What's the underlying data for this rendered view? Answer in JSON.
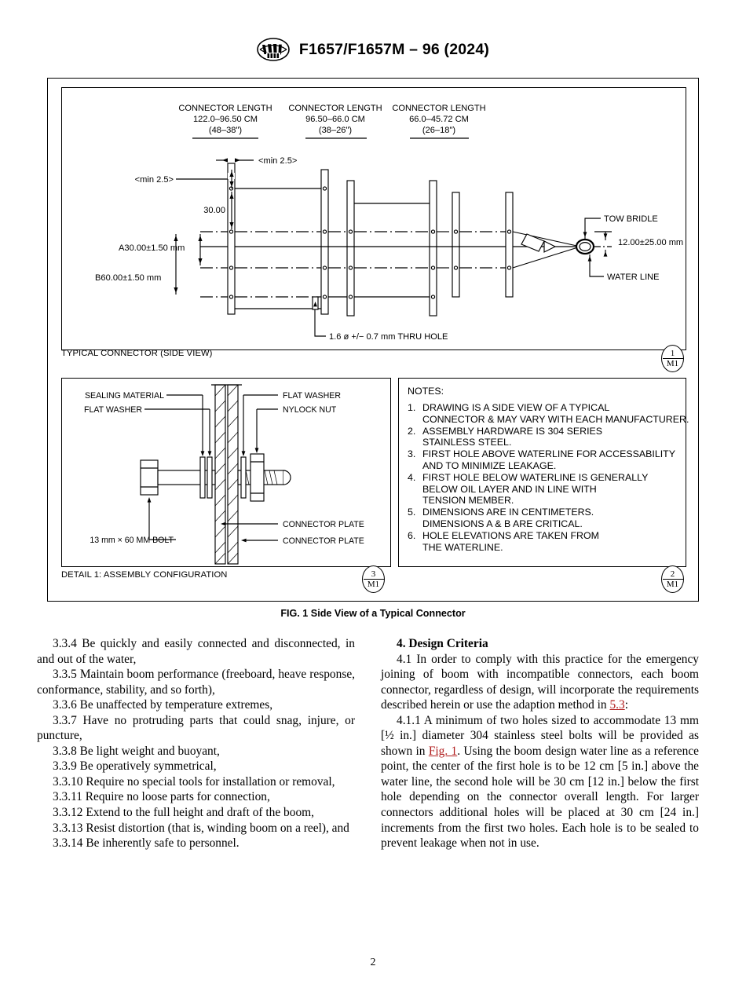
{
  "header": {
    "logo_icon": "astm-logo-icon",
    "designation": "F1657/F1657M – 96 (2024)"
  },
  "figure": {
    "caption": "FIG. 1  Side View of a Typical Connector",
    "main_panel_label": "TYPICAL CONNECTOR (SIDE VIEW)",
    "detail_panel_label": "DETAIL 1: ASSEMBLY CONFIGURATION",
    "badges": [
      {
        "number": "1",
        "sheet": "M1"
      },
      {
        "number": "3",
        "sheet": "M1"
      },
      {
        "number": "2",
        "sheet": "M1"
      }
    ],
    "connector_lengths": [
      {
        "title": "CONNECTOR LENGTH",
        "metric": "122.0–96.50 CM",
        "imperial": "(48–38\")"
      },
      {
        "title": "CONNECTOR LENGTH",
        "metric": "96.50–66.0 CM",
        "imperial": "(38–26\")"
      },
      {
        "title": "CONNECTOR LENGTH",
        "metric": "66.0–45.72 CM",
        "imperial": "(26–18\")"
      }
    ],
    "dimensions": {
      "min_top": "<min 2.5>",
      "min_left": "<min 2.5>",
      "spacing": "30.00",
      "dim_a": "A30.00±1.50 mm",
      "dim_b": "B60.00±1.50 mm",
      "thru_hole": "1.6 ø +/− 0.7 mm THRU HOLE",
      "bridle_offset": "12.00±25.00 mm"
    },
    "callouts": {
      "tow_bridle": "TOW BRIDLE",
      "water_line": "WATER LINE"
    },
    "detail_callouts": {
      "sealing_material": "SEALING MATERIAL",
      "flat_washer_left": "FLAT WASHER",
      "flat_washer_right": "FLAT WASHER",
      "nylock_nut": "NYLOCK NUT",
      "bolt": "13 mm × 60 MM BOLT",
      "connector_plate_1": "CONNECTOR PLATE",
      "connector_plate_2": "CONNECTOR PLATE"
    },
    "notes": {
      "title": "NOTES:",
      "items": [
        {
          "num": "1.",
          "lines": [
            "DRAWING IS A SIDE VIEW OF A TYPICAL",
            "CONNECTOR & MAY VARY WITH EACH MANUFACTURER."
          ]
        },
        {
          "num": "2.",
          "lines": [
            "ASSEMBLY HARDWARE IS 304 SERIES",
            "STAINLESS STEEL."
          ]
        },
        {
          "num": "3.",
          "lines": [
            "FIRST HOLE ABOVE WATERLINE FOR ACCESSABILITY",
            "AND TO MINIMIZE LEAKAGE."
          ]
        },
        {
          "num": "4.",
          "lines": [
            "FIRST HOLE BELOW WATERLINE IS GENERALLY",
            "BELOW OIL LAYER AND IN LINE WITH",
            "TENSION MEMBER."
          ]
        },
        {
          "num": "5.",
          "lines": [
            "DIMENSIONS ARE IN CENTIMETERS.",
            "DIMENSIONS A & B ARE CRITICAL."
          ]
        },
        {
          "num": "6.",
          "lines": [
            "HOLE ELEVATIONS ARE TAKEN FROM",
            "THE WATERLINE."
          ]
        }
      ]
    }
  },
  "body": {
    "left_column": [
      "3.3.4 Be quickly and easily connected and disconnected, in and out of the water,",
      "3.3.5 Maintain boom performance (freeboard, heave response, conformance, stability, and so forth),",
      "3.3.6 Be unaffected by temperature extremes,",
      "3.3.7 Have no protruding parts that could snag, injure, or puncture,",
      "3.3.8 Be light weight and buoyant,",
      "3.3.9 Be operatively symmetrical,",
      "3.3.10 Require no special tools for installation or removal,",
      "3.3.11 Require no loose parts for connection,",
      "3.3.12 Extend to the full height and draft of the boom,",
      "3.3.13 Resist distortion (that is, winding boom on a reel), and",
      "3.3.14 Be inherently safe to personnel."
    ],
    "right_column": {
      "section_heading": "4.  Design Criteria",
      "para_4_1_a": "4.1 In order to comply with this practice for the emergency joining of boom with incompatible connectors, each boom connector, regardless of design, will incorporate the requirements described herein or use the adaption method in ",
      "para_4_1_xref": "5.3",
      "para_4_1_b": ":",
      "para_4_1_1_a": "4.1.1 A minimum of two holes sized to accommodate 13 mm [½ in.] diameter 304 stainless steel bolts will be provided as shown in ",
      "para_4_1_1_xref": "Fig. 1",
      "para_4_1_1_b": ". Using the boom design water line as a reference point, the center of the first hole is to be 12 cm [5 in.] above the water line, the second hole will be 30 cm [12 in.] below the first hole depending on the connector overall length. For larger connectors additional holes will be placed at 30 cm [24 in.] increments from the first two holes. Each hole is to be sealed to prevent leakage when not in use."
    }
  },
  "page_number": "2"
}
